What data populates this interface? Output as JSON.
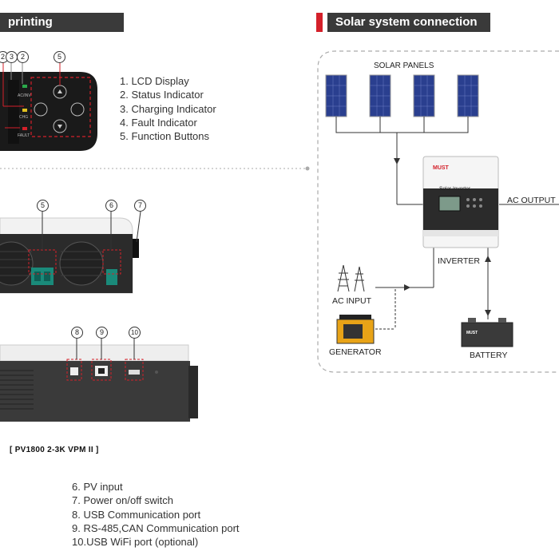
{
  "left_header": {
    "title": "printing description"
  },
  "right_header": {
    "title": "Solar system connection"
  },
  "panel_callouts": [
    "2",
    "3",
    "2",
    "5"
  ],
  "panel_labels": {
    "ac_inv": "AC/INV",
    "chg": "CHG",
    "fault": "FAULT"
  },
  "panel_list": [
    "1.  LCD Display",
    "2.  Status Indicator",
    "3.  Charging Indicator",
    "4.  Fault Indicator",
    "5.  Function Buttons"
  ],
  "side_callouts": [
    "5",
    "6",
    "7"
  ],
  "bottom_callouts": [
    "8",
    "9",
    "10"
  ],
  "model_label": "[ PV1800 2-3K VPM II ]",
  "port_list": [
    "6.  PV input",
    "7.  Power on/off switch",
    "8.  USB Communication port",
    "9.  RS-485,CAN Communication port",
    "10.USB WiFi port (optional)"
  ],
  "diagram": {
    "solar_panels": "SOLAR PANELS",
    "ac_output": "AC OUTPUT",
    "inverter": "INVERTER",
    "ac_input": "AC INPUT",
    "generator": "GENERATOR",
    "battery": "BATTERY",
    "brand": "MUST",
    "device_name": "Solar Inverter"
  },
  "colors": {
    "accent": "#d4202a",
    "header_bg": "#3a3a3a",
    "device_dark": "#1a1a1a",
    "terminal_green": "#1a8a7a"
  }
}
